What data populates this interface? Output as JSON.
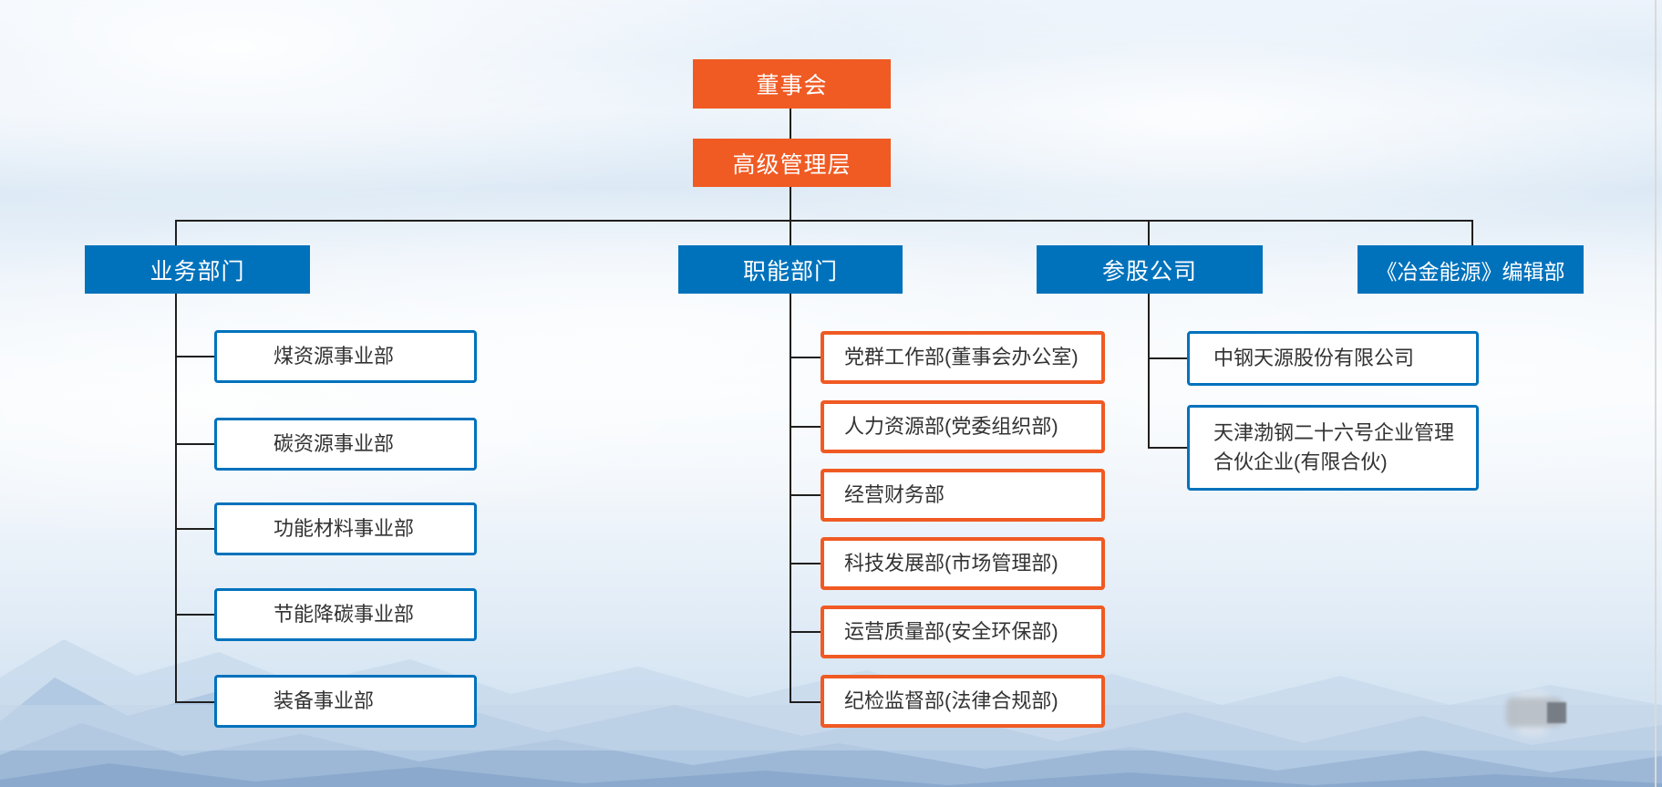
{
  "org": {
    "root": {
      "label": "董事会"
    },
    "management": {
      "label": "高级管理层"
    },
    "branches": [
      {
        "label": "业务部门",
        "children": [
          "煤资源事业部",
          "碳资源事业部",
          "功能材料事业部",
          "节能降碳事业部",
          "装备事业部"
        ]
      },
      {
        "label": "职能部门",
        "children": [
          "党群工作部(董事会办公室)",
          "人力资源部(党委组织部)",
          "经营财务部",
          "科技发展部(市场管理部)",
          "运营质量部(安全环保部)",
          "纪检监督部(法律合规部)"
        ]
      },
      {
        "label": "参股公司",
        "children": [
          "中钢天源股份有限公司",
          "天津渤钢二十六号企业管理合伙企业(有限合伙)"
        ]
      },
      {
        "label": "《冶金能源》编辑部",
        "children": []
      }
    ],
    "colors": {
      "orange": "#F05A23",
      "blue": "#0072BC",
      "line": "#1f1f1f",
      "leaf_text": "#333333"
    }
  }
}
